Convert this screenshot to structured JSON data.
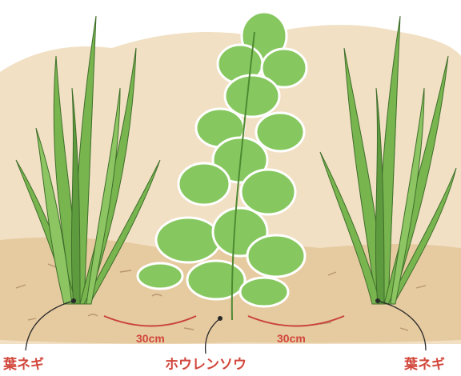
{
  "labels": {
    "left_plant": "葉ネギ",
    "center_plant": "ホウレンソウ",
    "right_plant": "葉ネギ",
    "spacing_left": "30cm",
    "spacing_right": "30cm"
  },
  "colors": {
    "label_red": "#d2473c",
    "soil": "#e9cfa5",
    "onion_green": "#6fae4a",
    "spinach_green": "#7ec05a"
  }
}
